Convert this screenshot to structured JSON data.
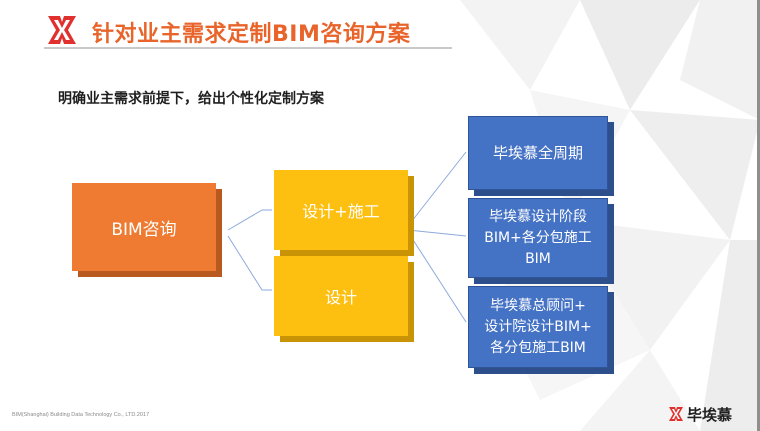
{
  "header": {
    "title": "针对业主需求定制BIM咨询方案",
    "subtitle": "明确业主需求前提下，给出个性化定制方案"
  },
  "diagram": {
    "root": {
      "label": "BIM咨询"
    },
    "middle": [
      {
        "label": "设计+施工"
      },
      {
        "label": "设计"
      }
    ],
    "leaves": [
      {
        "label": "毕埃慕全周期"
      },
      {
        "label": "毕埃慕设计阶段\nBIM+各分包施工\nBIM"
      },
      {
        "label": "毕埃慕总顾问+\n设计院设计BIM+\n各分包施工BIM"
      }
    ]
  },
  "footer": {
    "copyright": "BIM(Shanghai) Building Data Technology Co., LTD.2017",
    "brand": "毕埃慕"
  },
  "colors": {
    "accent": "#e8642a",
    "root": "#ee7b31",
    "middle": "#fdbf10",
    "leaf": "#4472c4",
    "connector": "#8eaadb"
  }
}
